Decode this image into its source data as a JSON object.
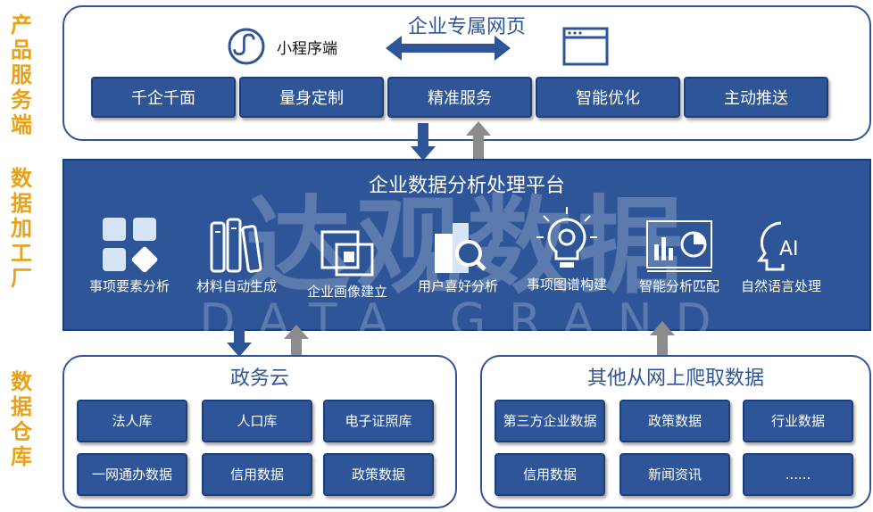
{
  "side_labels": {
    "product": "产品服务端",
    "process": "数据加工厂",
    "warehouse": "数据仓库"
  },
  "top": {
    "title": "企业专属网页",
    "mini_program": "小程序端",
    "buttons": [
      "千企千面",
      "量身定制",
      "精准服务",
      "智能优化",
      "主动推送"
    ]
  },
  "platform": {
    "title": "企业数据分析处理平台",
    "features": [
      {
        "label": "事项要素分析",
        "icon": "grid-blocks-icon"
      },
      {
        "label": "材料自动生成",
        "icon": "files-binder-icon"
      },
      {
        "label": "企业画像建立",
        "icon": "portrait-frame-icon"
      },
      {
        "label": "用户喜好分析",
        "icon": "building-search-icon"
      },
      {
        "label": "事项图谱构建",
        "icon": "bulb-gear-icon"
      },
      {
        "label": "智能分析匹配",
        "icon": "dashboard-chart-icon"
      },
      {
        "label": "自然语言处理",
        "icon": "ai-head-icon"
      }
    ]
  },
  "watermark": {
    "cn": "达观数据",
    "en": "DATA GRAND"
  },
  "gov_cloud": {
    "title": "政务云",
    "items": [
      "法人库",
      "人口库",
      "电子证照库",
      "一网通办数据",
      "信用数据",
      "政策数据"
    ]
  },
  "web_data": {
    "title": "其他从网上爬取数据",
    "items": [
      "第三方企业数据",
      "政策数据",
      "行业数据",
      "信用数据",
      "新闻资讯",
      "......"
    ]
  },
  "colors": {
    "primary": "#2e5597",
    "accent": "#e8a21a",
    "arrow_gray": "#8c8c8c"
  }
}
